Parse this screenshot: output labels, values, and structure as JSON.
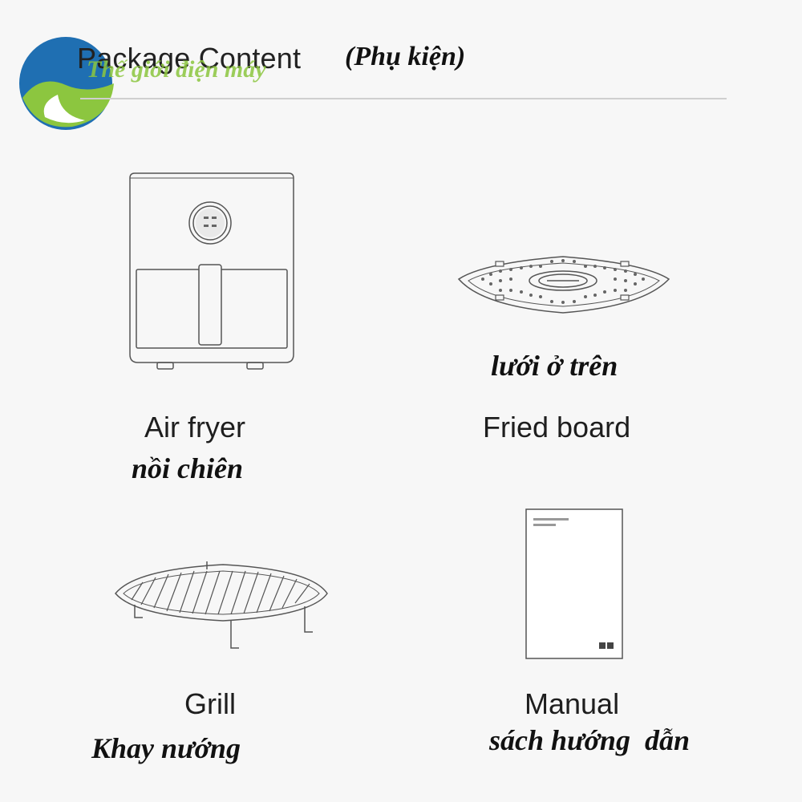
{
  "header": {
    "title": "Package Content",
    "title_vi": "(Phụ kiện)",
    "watermark": "Thế giới điện máy"
  },
  "items": [
    {
      "name_en": "Air fryer",
      "name_vi": "nồi chiên"
    },
    {
      "name_en": "Fried board",
      "name_vi": "lưới ở trên"
    },
    {
      "name_en": "Grill",
      "name_vi": "Khay nướng"
    },
    {
      "name_en": "Manual",
      "name_vi": "sách hướng  dẫn"
    }
  ],
  "colors": {
    "logo_blue": "#1f6fb2",
    "logo_green": "#8cc63f",
    "line": "#555555"
  }
}
